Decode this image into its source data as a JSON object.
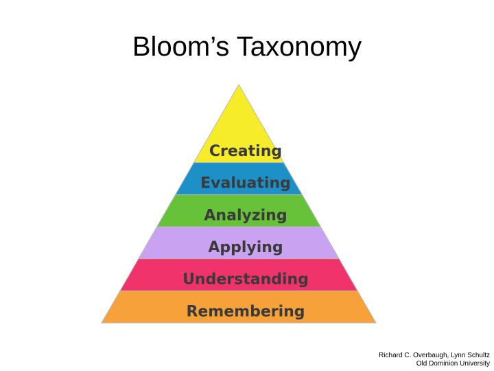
{
  "title": "Bloom’s Taxonomy",
  "pyramid": {
    "levels": [
      {
        "label": "Creating",
        "color": "#f7ec2a"
      },
      {
        "label": "Evaluating",
        "color": "#1e90c8"
      },
      {
        "label": "Analyzing",
        "color": "#67c23a"
      },
      {
        "label": "Applying",
        "color": "#c9a2f2"
      },
      {
        "label": "Understanding",
        "color": "#f0336a"
      },
      {
        "label": "Remembering",
        "color": "#f7a13a"
      }
    ]
  },
  "credit": {
    "authors": "Richard C. Overbaugh, Lynn Schultz",
    "institution": "Old Dominion University"
  }
}
